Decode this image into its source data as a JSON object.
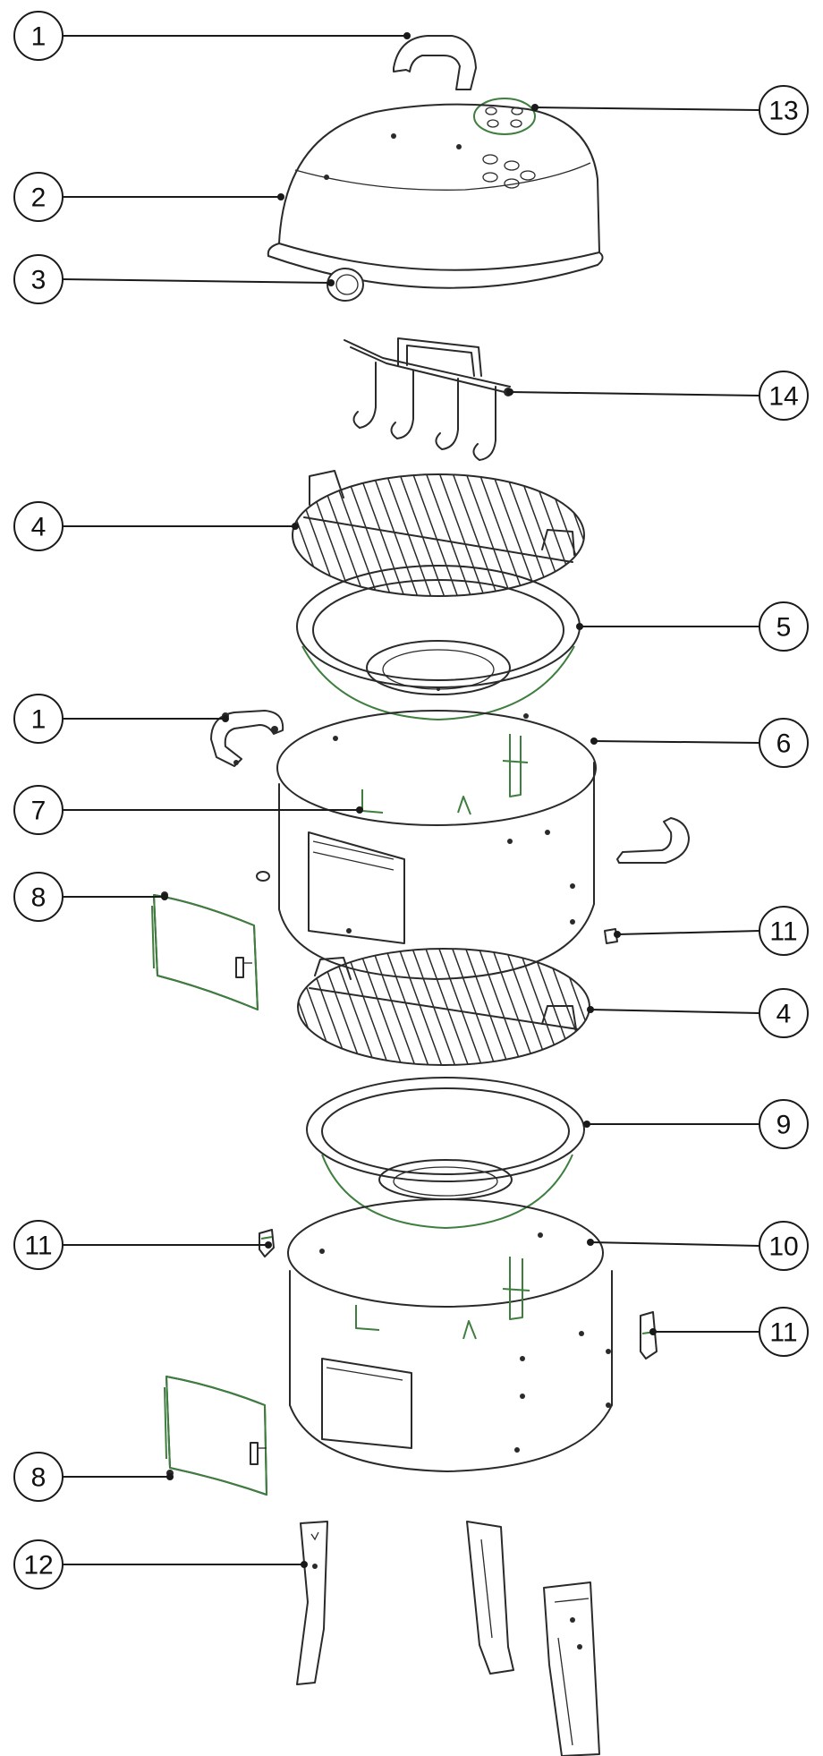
{
  "callouts": [
    {
      "num": "1"
    },
    {
      "num": "13"
    },
    {
      "num": "2"
    },
    {
      "num": "3"
    },
    {
      "num": "14"
    },
    {
      "num": "4"
    },
    {
      "num": "5"
    },
    {
      "num": "1"
    },
    {
      "num": "6"
    },
    {
      "num": "7"
    },
    {
      "num": "8"
    },
    {
      "num": "11"
    },
    {
      "num": "4"
    },
    {
      "num": "9"
    },
    {
      "num": "11"
    },
    {
      "num": "10"
    },
    {
      "num": "11"
    },
    {
      "num": "8"
    },
    {
      "num": "12"
    }
  ]
}
